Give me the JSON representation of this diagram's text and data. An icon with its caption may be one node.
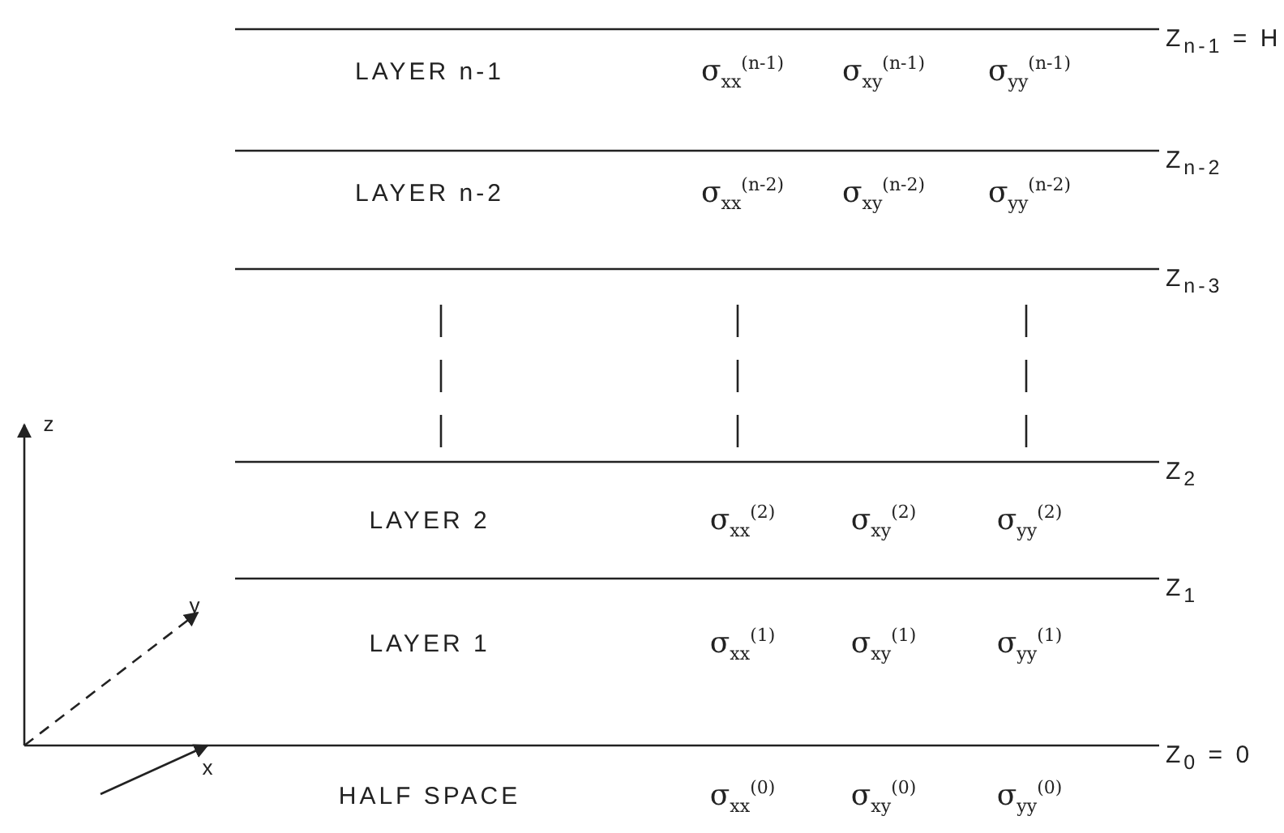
{
  "diagram": {
    "labels": [
      "Z$_{n-1}$ = H",
      "LAYER  n-1",
      "σ$_{xx}$$^{(n-1)}$",
      "σ$_{xy}$$^{(n-1)}$",
      "σ$_{yy}$$^{(n-1)}$",
      "Z$_{n-2}$",
      "LAYER  n-2",
      "σ$_{xx}$$^{(n-2)}$",
      "σ$_{xy}$$^{(n-2)}$",
      "σ$_{yy}$$^{(n-2)}$",
      "Z$_{n-3}$",
      "z",
      "Z$_{2}$",
      "LAYER 2",
      "σ$_{xx}$$^{(2)}$",
      "σ$_{xy}$$^{(2)}$",
      "σ$_{yy}$$^{(2)}$",
      "Z$_{1}$",
      "y",
      "LAYER 1",
      "σ$_{xx}$$^{(1)}$",
      "σ$_{xy}$$^{(1)}$",
      "σ$_{yy}$$^{(1)}$",
      "x",
      "Z$_{0}$ = 0",
      "HALF SPACE",
      "σ$_{xx}$$^{(0)}$",
      "σ$_{xy}$$^{(0)}$",
      "σ$_{yy}$$^{(0)}$"
    ]
  }
}
